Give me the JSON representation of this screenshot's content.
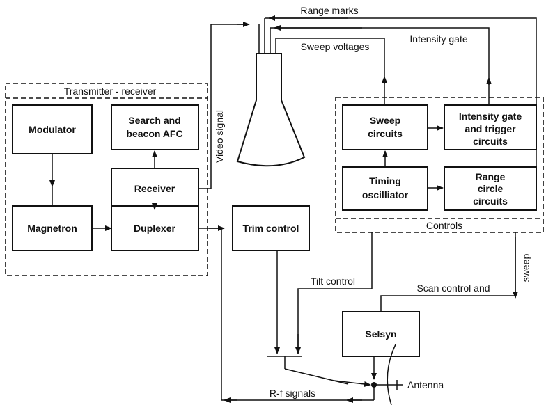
{
  "blocks": {
    "modulator": "Modulator",
    "search_afc_1": "Search and",
    "search_afc_2": "beacon AFC",
    "receiver": "Receiver",
    "magnetron": "Magnetron",
    "duplexer": "Duplexer",
    "trim_control": "Trim control",
    "selsyn": "Selsyn",
    "sweep_1": "Sweep",
    "sweep_2": "circuits",
    "intensity_1": "Intensity gate",
    "intensity_2": "and trigger",
    "intensity_3": "circuits",
    "timing_1": "Timing",
    "timing_2": "oscilliator",
    "range_1": "Range",
    "range_2": "circle",
    "range_3": "circuits"
  },
  "groups": {
    "transmitter_receiver": "Transmitter - receiver",
    "controls": "Controls"
  },
  "signals": {
    "range_marks": "Range marks",
    "sweep_voltages": "Sweep voltages",
    "intensity_gate": "Intensity gate",
    "video_signal": "Video signal",
    "tilt_control": "Tilt control",
    "scan_control": "Scan control and",
    "sweep": "sweep",
    "rf_signals": "R-f signals",
    "antenna": "Antenna"
  }
}
